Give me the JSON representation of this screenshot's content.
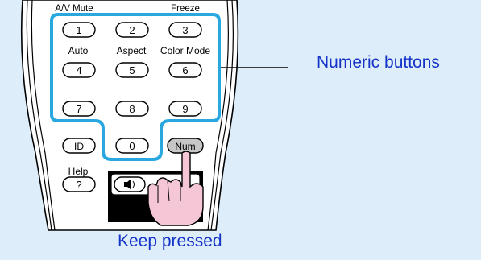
{
  "remote": {
    "labels": {
      "av_mute": "A/V Mute",
      "freeze": "Freeze",
      "auto": "Auto",
      "aspect": "Aspect",
      "color_mode": "Color Mode",
      "help": "Help"
    },
    "keys": {
      "k1": "1",
      "k2": "2",
      "k3": "3",
      "k4": "4",
      "k5": "5",
      "k6": "6",
      "k7": "7",
      "k8": "8",
      "k9": "9",
      "k0": "0",
      "id": "ID",
      "num": "Num",
      "help": "?"
    },
    "volume_label_fragment": "V"
  },
  "callouts": {
    "numeric_buttons": "Numeric buttons",
    "keep_pressed": "Keep pressed"
  },
  "colors": {
    "background": "#ddeefa",
    "highlight_outline": "#29a8e0",
    "callout_text": "#1533c7",
    "num_key_fill": "#c6c6c6",
    "hand_fill": "#f5c6d6"
  }
}
